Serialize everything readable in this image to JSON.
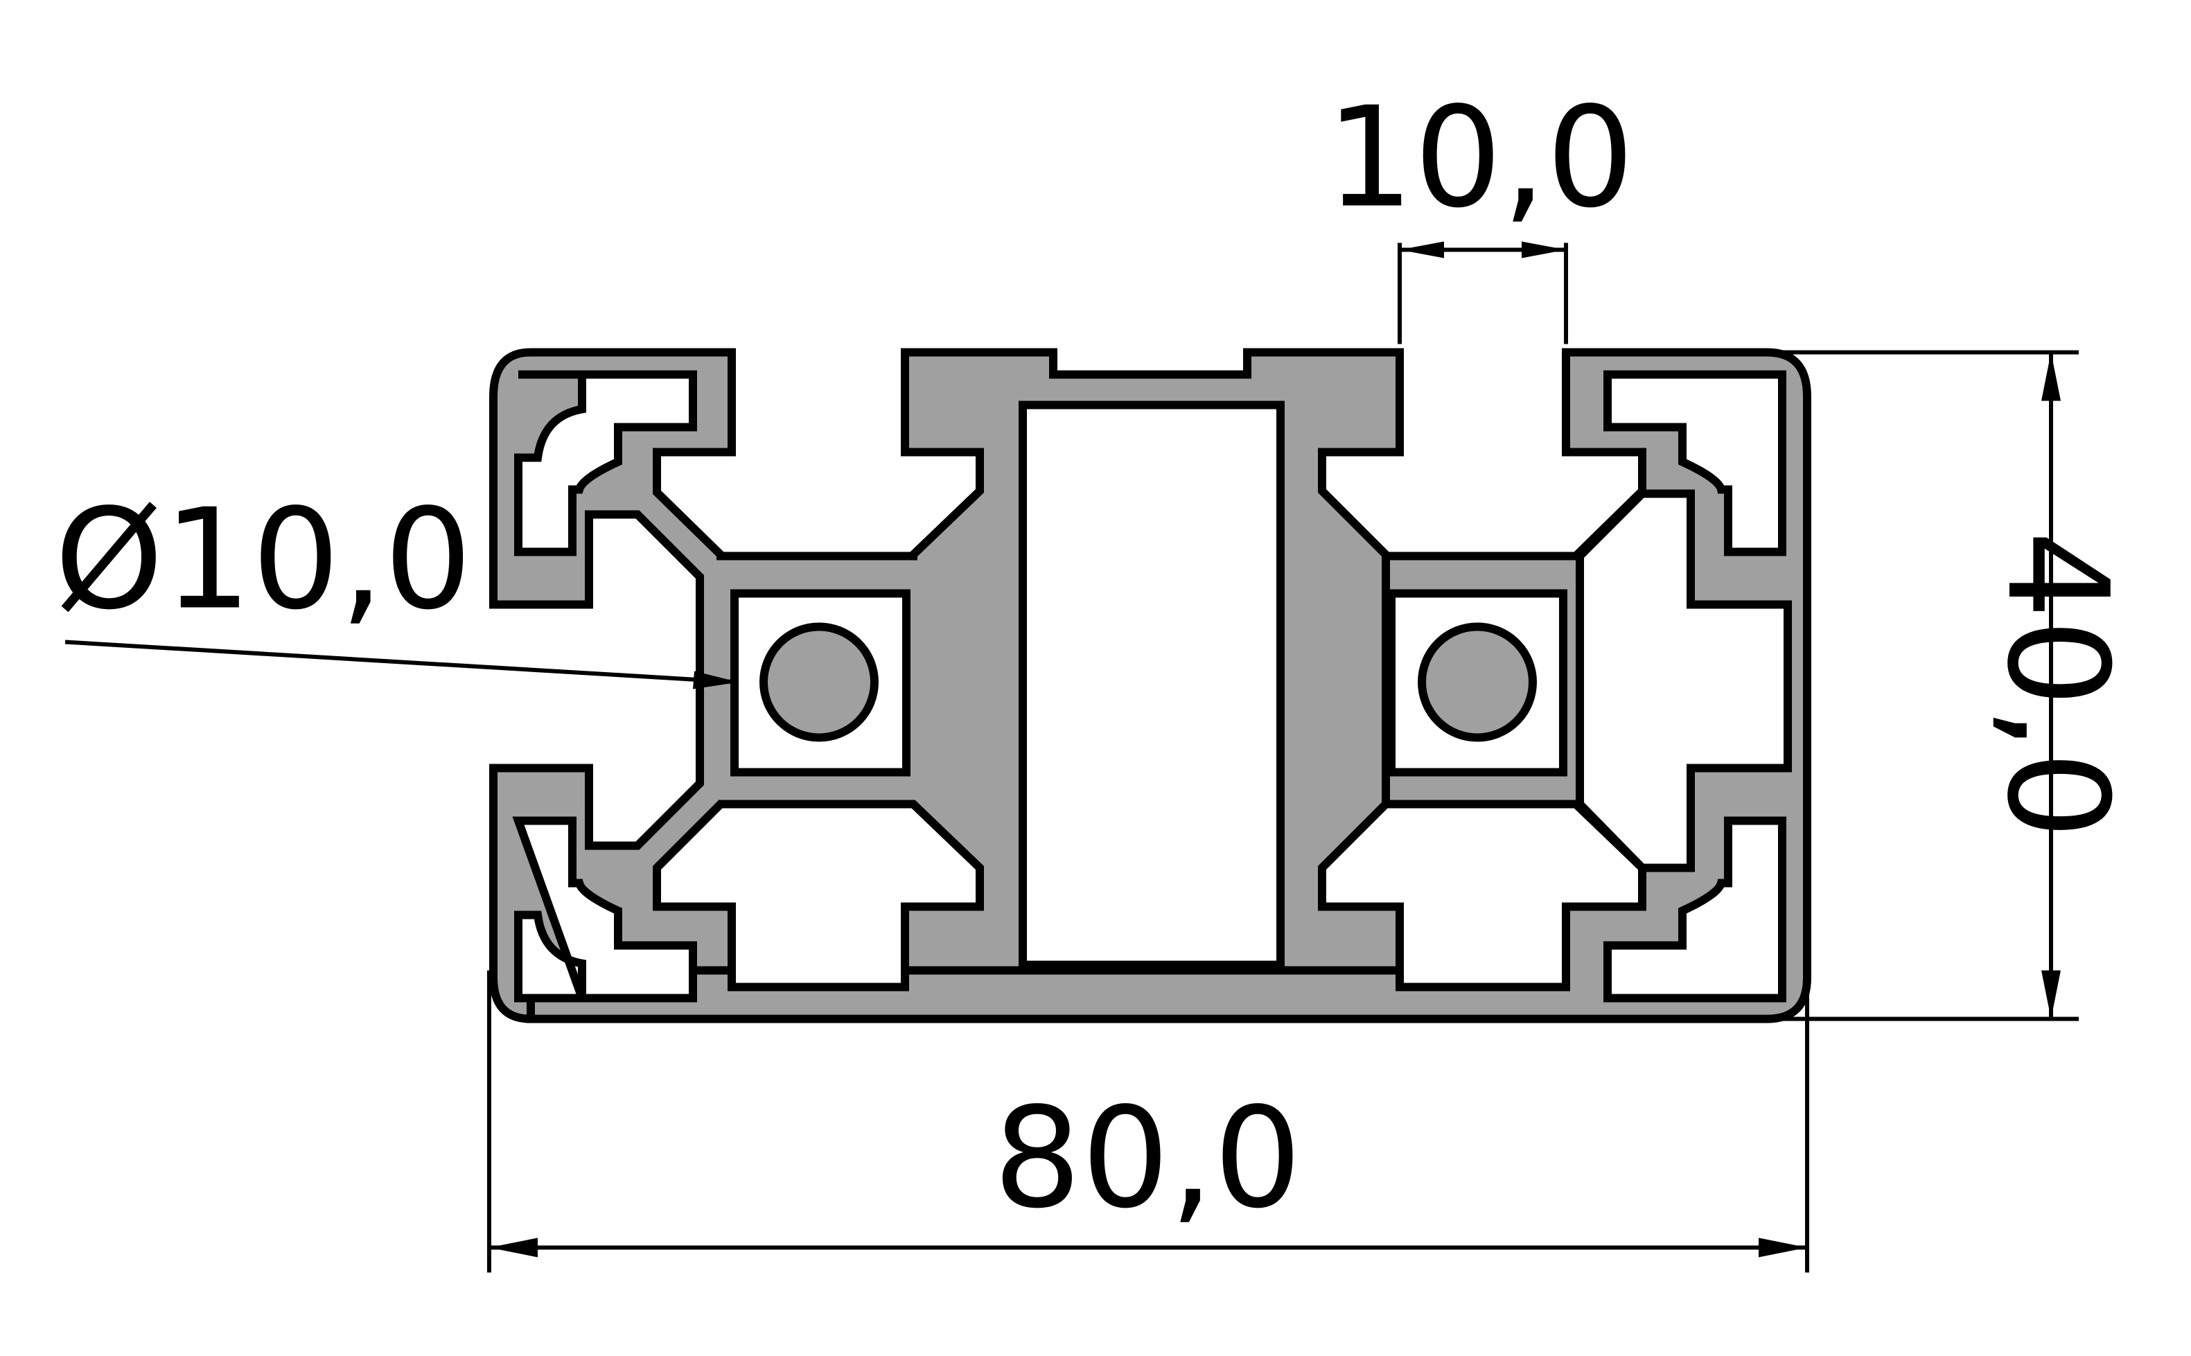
{
  "drawing": {
    "dimensions": {
      "overall_width": "80,0",
      "overall_height": "40,0",
      "slot_width": "10,0",
      "bore_diameter": "Ø10,0"
    },
    "colors": {
      "profile_fill": "#a0a0a0",
      "outline": "#000000",
      "background": "#ffffff"
    }
  }
}
